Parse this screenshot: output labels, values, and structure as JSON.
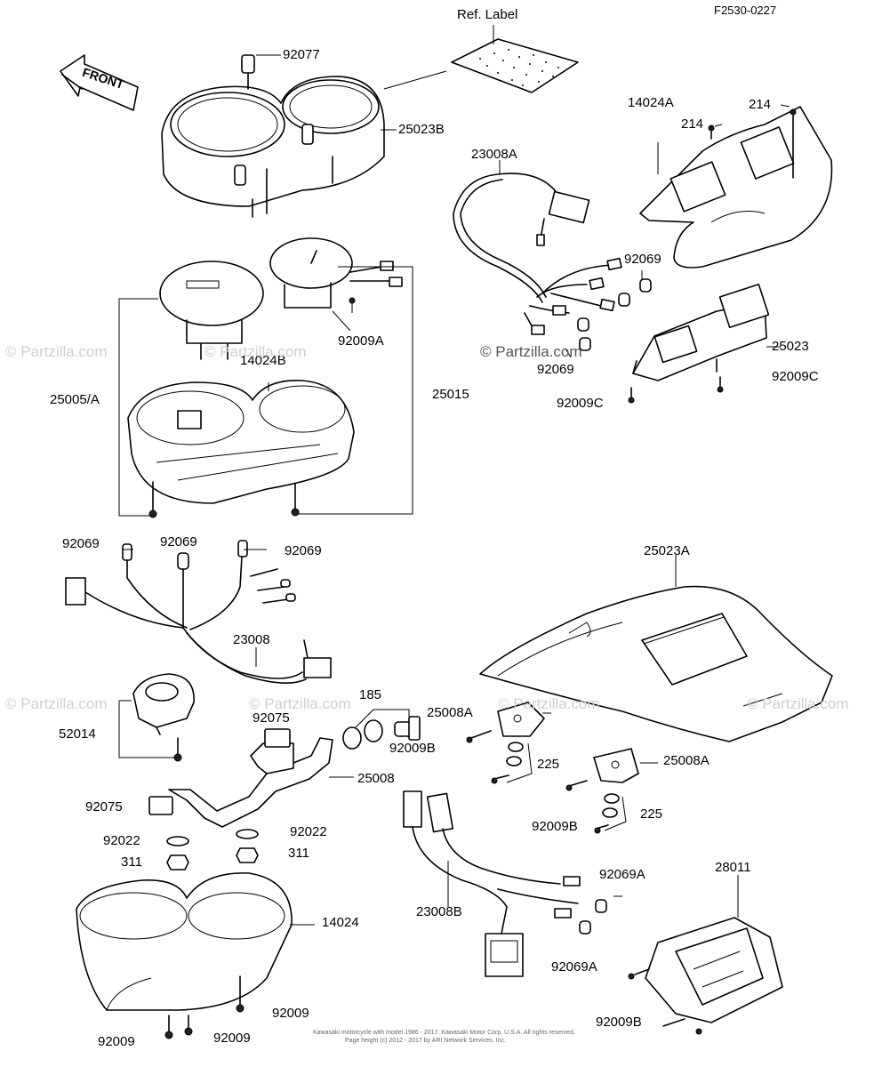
{
  "figure_code": "F2530-0227",
  "ref_label": "Ref. Label",
  "front_arrow": "FRONT",
  "parts": {
    "p92077": "92077",
    "p25023B": "25023B",
    "p14024A": "14024A",
    "p214_a": "214",
    "p214_b": "214",
    "p23008A": "23008A",
    "p92069_r1": "92069",
    "p92069_r2": "92069",
    "p25023": "25023",
    "p92009C_r": "92009C",
    "p92009C_l": "92009C",
    "p92009A": "92009A",
    "p14024B": "14024B",
    "p25005A": "25005/A",
    "p25015": "25015",
    "p92069_l1": "92069",
    "p92069_l2": "92069",
    "p92069_l3": "92069",
    "p23008": "23008",
    "p25023A": "25023A",
    "p185": "185",
    "p92075_a": "92075",
    "p52014": "52014",
    "p25008A_a": "25008A",
    "p92009B_a": "92009B",
    "p225_a": "225",
    "p25008A_b": "25008A",
    "p25008": "25008",
    "p92075_b": "92075",
    "p92009B_b": "92009B",
    "p225_b": "225",
    "p92022_a": "92022",
    "p92022_b": "92022",
    "p311_a": "311",
    "p311_b": "311",
    "p28011": "28011",
    "p92069A_a": "92069A",
    "p23008B": "23008B",
    "p92069A_b": "92069A",
    "p14024": "14024",
    "p92009_a": "92009",
    "p92009_b": "92009",
    "p92009_c": "92009",
    "p92009B_c": "92009B"
  },
  "watermarks": {
    "w1": "© Partzilla.com",
    "w2": "© Partzilla.com",
    "w3": "© Partzilla.com",
    "w4": "© Partzilla.com",
    "w5": "© Partzilla.com",
    "w6": "© Partzilla.com",
    "w7": "© Partzilla.com"
  },
  "copyright_line1": "Kawasaki motorcycle with model 1986 - 2017. Kawasaki Motor Corp. U.S.A. All rights reserved.",
  "copyright_line2": "Page height (c) 2012 - 2017 by ARI Network Services, Inc."
}
